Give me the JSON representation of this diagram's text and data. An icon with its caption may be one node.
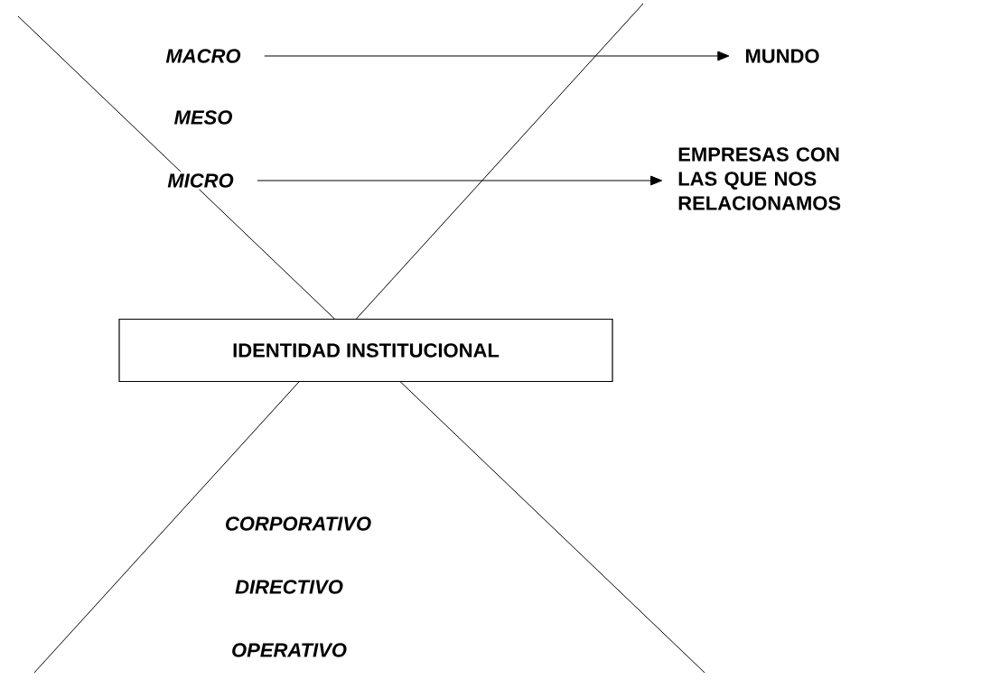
{
  "diagram": {
    "nodes": [
      {
        "text": [
          "MACRO"
        ]
      },
      {
        "text": [
          "MUNDO"
        ]
      },
      {
        "text": [
          "MESO"
        ]
      },
      {
        "text": [
          "MICRO"
        ]
      },
      {
        "text": [
          "EMPRESAS CON LAS QUE NOS RELACIONAMOS"
        ]
      },
      {
        "text": [
          "IDENTIDAD INSTITUCIONAL"
        ]
      },
      {
        "text": [
          "CORPORATIVO"
        ]
      },
      {
        "text": [
          "DIRECTIVO"
        ]
      },
      {
        "text": [
          "OPERATIVO"
        ]
      }
    ],
    "edges": [
      {
        "from": 0,
        "to": 1,
        "arrow": "to"
      },
      {
        "from": 3,
        "to": 4,
        "arrow": "to"
      }
    ]
  }
}
